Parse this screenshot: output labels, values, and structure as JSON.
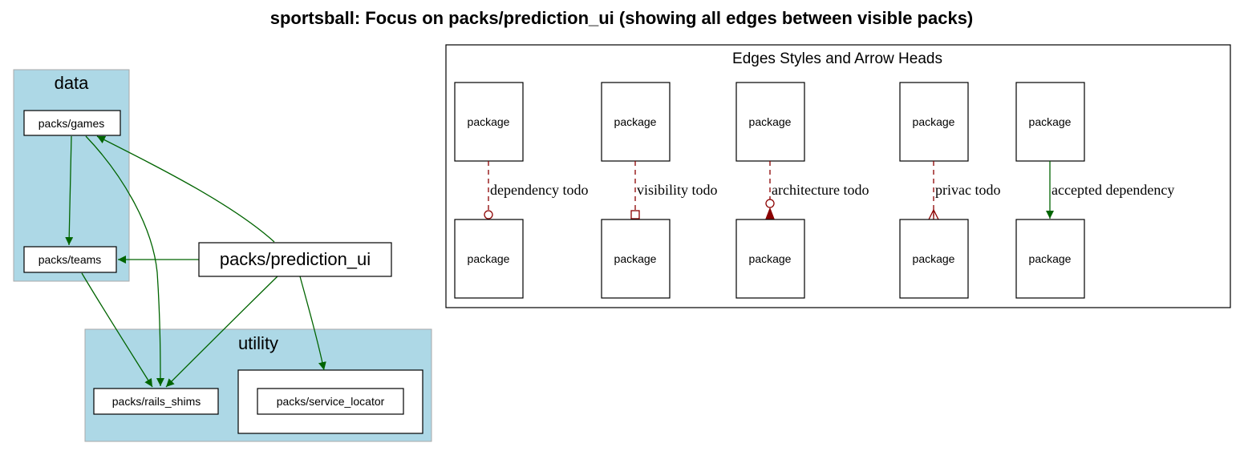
{
  "title": "sportsball: Focus on packs/prediction_ui (showing all edges between visible packs)",
  "colors": {
    "cluster_fill": "#add8e6",
    "cluster_border": "#a9a9a9",
    "accepted_edge": "#006400",
    "todo_edge": "#8b0000",
    "node_fill": "#ffffff",
    "node_border": "#000000"
  },
  "clusters": {
    "data": "data",
    "utility": "utility"
  },
  "nodes": {
    "games": "packs/games",
    "teams": "packs/teams",
    "prediction_ui": "packs/prediction_ui",
    "rails_shims": "packs/rails_shims",
    "service_locator": "packs/service_locator"
  },
  "edges": [
    {
      "from": "packs/games",
      "to": "packs/teams",
      "type": "accepted dependency"
    },
    {
      "from": "packs/games",
      "to": "packs/rails_shims",
      "type": "accepted dependency"
    },
    {
      "from": "packs/prediction_ui",
      "to": "packs/games",
      "type": "accepted dependency"
    },
    {
      "from": "packs/prediction_ui",
      "to": "packs/teams",
      "type": "accepted dependency"
    },
    {
      "from": "packs/prediction_ui",
      "to": "packs/rails_shims",
      "type": "accepted dependency"
    },
    {
      "from": "packs/prediction_ui",
      "to": "packs/service_locator",
      "type": "accepted dependency"
    },
    {
      "from": "packs/teams",
      "to": "packs/rails_shims",
      "type": "accepted dependency"
    }
  ],
  "legend": {
    "title": "Edges Styles and Arrow Heads",
    "node_label": "package",
    "items": [
      {
        "label": "dependency todo",
        "arrowhead": "odot"
      },
      {
        "label": "visibility todo",
        "arrowhead": "obox"
      },
      {
        "label": "architecture todo",
        "arrowhead": "invodot"
      },
      {
        "label": "privac todo",
        "arrowhead": "crow"
      },
      {
        "label": "accepted dependency",
        "arrowhead": "normal"
      }
    ]
  }
}
